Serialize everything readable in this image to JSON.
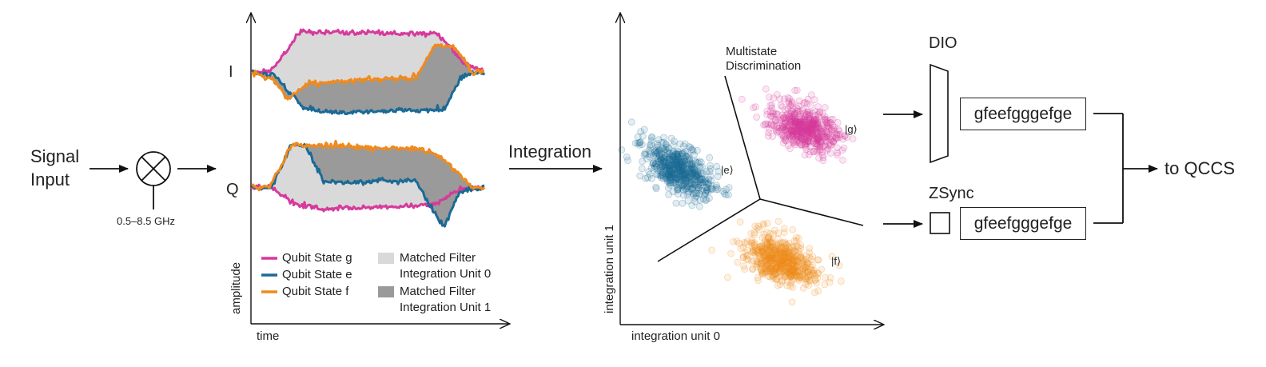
{
  "input": {
    "label_line1": "Signal",
    "label_line2": "Input",
    "lo_freq": "0.5–8.5 GHz"
  },
  "waveform_panel": {
    "channel_i": "I",
    "channel_q": "Q",
    "xlabel": "time",
    "ylabel": "amplitude",
    "legend": {
      "g": "Qubit State g",
      "e": "Qubit State e",
      "f": "Qubit State f",
      "unit0_line1": "Matched Filter",
      "unit0_line2": "Integration Unit 0",
      "unit1_line1": "Matched Filter",
      "unit1_line2": "Integration Unit 1"
    }
  },
  "integration": {
    "label": "Integration"
  },
  "scatter_panel": {
    "title_line1": "Multistate",
    "title_line2": "Discrimination",
    "xlabel": "integration unit 0",
    "ylabel": "integration unit 1",
    "state_g": "|g⟩",
    "state_e": "|e⟩",
    "state_f": "|f⟩"
  },
  "outputs": {
    "dio_label": "DIO",
    "zsync_label": "ZSync",
    "dio_bits": "gfeefgggefge",
    "zsync_bits": "gfeefgggefge",
    "destination": "to QCCS"
  },
  "colors": {
    "g": "#d63a9c",
    "e": "#1a6a96",
    "f": "#f08a1c",
    "unit0_fill": "#d9d9d9",
    "unit1_fill": "#9a9a9a"
  }
}
